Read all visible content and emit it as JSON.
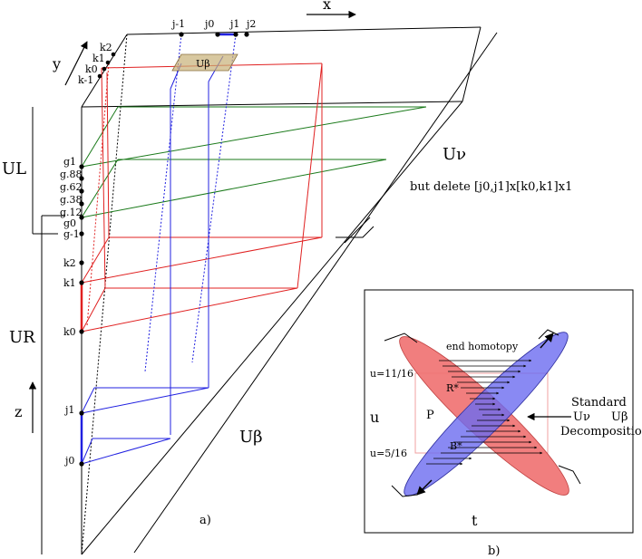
{
  "diagram_a": {
    "axis_x": "x",
    "axis_y": "y",
    "axis_z": "z",
    "j_top": [
      "j-1",
      "j0",
      "j1",
      "j2"
    ],
    "k_top": [
      "k2",
      "k1",
      "k0",
      "k-1"
    ],
    "u_beta_top": "Uβ",
    "g_labels": [
      "g1",
      "g.88",
      "g.62",
      "g.38",
      "g.12",
      "g0",
      "g-1"
    ],
    "k_side": [
      "k2",
      "k1",
      "k0"
    ],
    "j_side": [
      "j1",
      "j0"
    ],
    "u_l": "UL",
    "u_r": "UR",
    "u_nu": "Uν",
    "but_delete": "but delete [j0,j1]x[k0,k1]x1",
    "u_beta": "Uβ",
    "caption": "a)"
  },
  "diagram_b": {
    "end_homotopy": "end homotopy",
    "u_top": "u=11/16",
    "u_bottom": "u=5/16",
    "u_axis": "u",
    "t_axis": "t",
    "p_label": "P",
    "r_star": "R*",
    "b_star": "B*",
    "standard": "Standard",
    "u_nu": "Uν",
    "u_beta": "Uβ",
    "decomposition": "Decomposition",
    "caption": "b)"
  },
  "colors": {
    "red": "#e02020",
    "blue": "#2020e0",
    "green": "#1a7a1a",
    "red_fill": "#f07070",
    "blue_fill": "#6b6bf0",
    "tan": "#c8b078"
  }
}
